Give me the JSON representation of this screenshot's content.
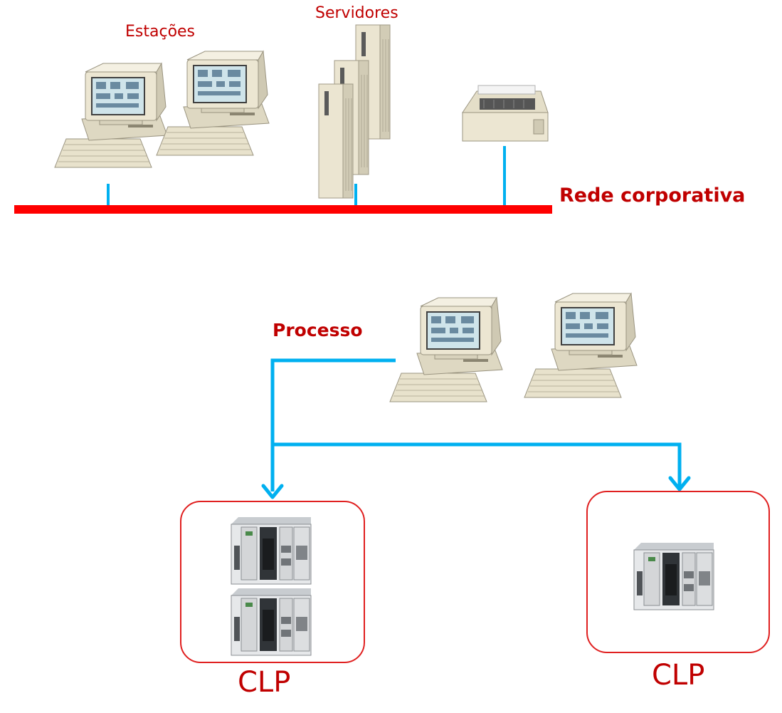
{
  "labels": {
    "estacoes": "Estações",
    "servidores": "Servidores",
    "rede": "Rede corporativa",
    "processo": "Processo",
    "clp_left": "CLP",
    "clp_right": "CLP"
  },
  "colors": {
    "corporate_network": "#ff0000",
    "process_network": "#00b0f0",
    "label_text": "#c00000",
    "clp_box_border": "#e02020",
    "beige": "#ece6d2"
  },
  "icons": {
    "workstation": "computer-workstation-icon",
    "server": "tower-server-icon",
    "printer": "dot-matrix-printer-icon",
    "plc": "plc-module-icon"
  }
}
